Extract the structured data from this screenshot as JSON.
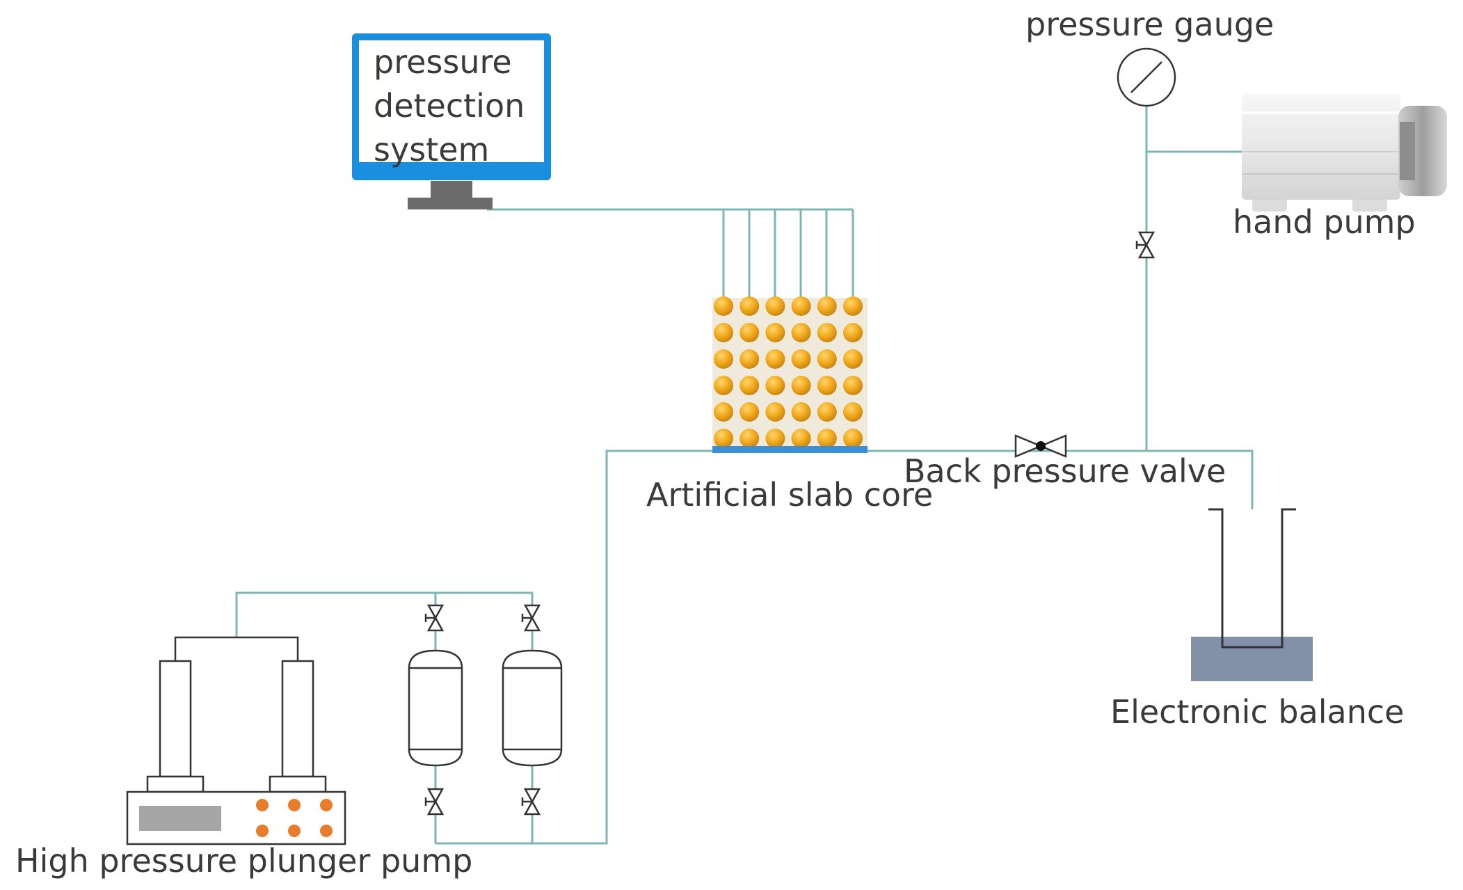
{
  "diagram": {
    "labels": {
      "pressure_detection_system": [
        "pressure",
        "detection",
        "system"
      ],
      "pressure_gauge": "pressure gauge",
      "hand_pump": "hand pump",
      "back_pressure_valve": "Back pressure valve",
      "artificial_slab_core": "Artificial slab core",
      "electronic_balance": "Electronic balance",
      "high_pressure_plunger_pump": "High pressure plunger pump"
    },
    "core_grid": {
      "rows": 6,
      "cols": 6
    },
    "colors": {
      "pipe": "#7fb5b5",
      "monitor_frame": "#1a8fe0",
      "monitor_stand": "#6b6b6b",
      "core_sphere": "#f2aa1c",
      "core_bg": "#efeadb",
      "core_base": "#3b8fd6",
      "balance": "#8290a8",
      "pump_buttons": "#e77d2a",
      "pump_display": "#a6a6a6",
      "line_dark": "#333333"
    }
  }
}
